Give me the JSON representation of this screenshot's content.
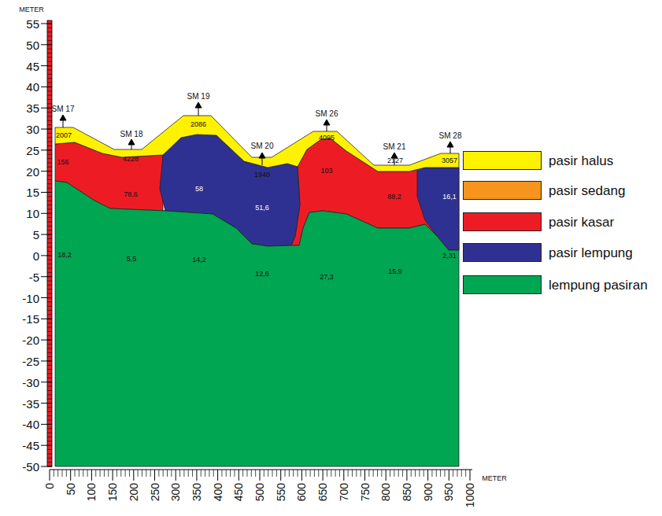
{
  "diagram": {
    "labels": [
      "METER",
      "55",
      "50",
      "45",
      "40",
      "35",
      "30",
      "25",
      "20",
      "15",
      "10",
      "5",
      "0",
      "-5",
      "-10",
      "-15",
      "-20",
      "-25",
      "-30",
      "-35",
      "-40",
      "-45",
      "-50",
      "0",
      "50",
      "100",
      "150",
      "200",
      "250",
      "300",
      "350",
      "400",
      "450",
      "500",
      "550",
      "600",
      "650",
      "700",
      "750",
      "800",
      "850",
      "900",
      "950",
      "1000",
      "METER",
      "SM 17",
      "SM 18",
      "SM 19",
      "SM 20",
      "SM 26",
      "SM 21",
      "SM 28",
      "2007",
      "156",
      "18,2",
      "4228",
      "78,6",
      "5,5",
      "2086",
      "58",
      "14,2",
      "1940",
      "51,6",
      "12,6",
      "4095",
      "103",
      "27,3",
      "2127",
      "88,2",
      "15,9",
      "3057",
      "16,1",
      "2,31"
    ],
    "legend": [
      {
        "text": "pasir halus",
        "color": "#FFF200"
      },
      {
        "text": "pasir sedang",
        "color": "#F7941D"
      },
      {
        "text": "pasir kasar",
        "color": "#ED1C24"
      },
      {
        "text": "pasir lempung",
        "color": "#2E3192"
      },
      {
        "text": "lempung pasiran",
        "color": "#00A651"
      }
    ]
  }
}
